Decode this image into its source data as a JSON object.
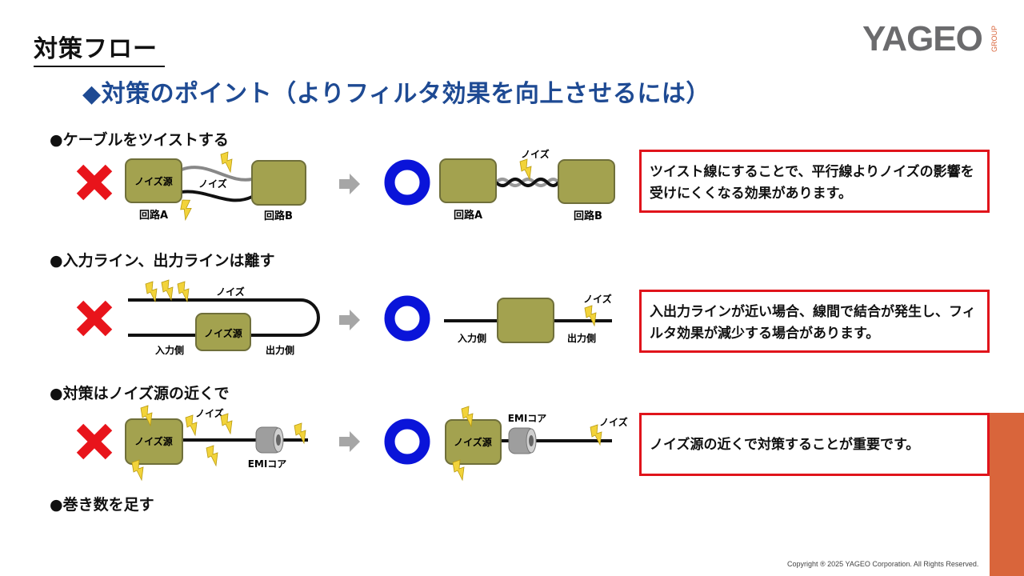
{
  "header": {
    "title": "対策フロー",
    "subtitle": "◆対策のポイント（よりフィルタ効果を向上させるには）",
    "logo_text": "YAGEO",
    "logo_group": "GROUP"
  },
  "sections": [
    {
      "heading": "●ケーブルをツイストする",
      "note": "ツイスト線にすることで、平行線よりノイズの影響を受けにくくなる効果があります。",
      "labels": {
        "noise_source": "ノイズ源",
        "noise": "ノイズ",
        "circuit_a": "回路A",
        "circuit_b": "回路B"
      }
    },
    {
      "heading": "●入力ライン、出力ラインは離す",
      "note": "入出力ラインが近い場合、線間で結合が発生し、フィルタ効果が減少する場合があります。",
      "labels": {
        "noise_source": "ノイズ源",
        "noise": "ノイズ",
        "input_side": "入力側",
        "output_side": "出力側"
      }
    },
    {
      "heading": "●対策はノイズ源の近くで",
      "note": "ノイズ源の近くで対策することが重要です。",
      "labels": {
        "noise_source": "ノイズ源",
        "noise": "ノイズ",
        "emi_core": "EMIコア"
      }
    },
    {
      "heading": "●巻き数を足す"
    }
  ],
  "colors": {
    "accent_blue": "#1e4a93",
    "ng_red": "#e0141b",
    "ok_blue": "#0a14d9",
    "box_olive": "#a3a24f",
    "brand_orange": "#d9653b",
    "bolt_yellow": "#f2d33a"
  },
  "footer": {
    "copyright": "Copyright ® 2025 YAGEO Corporation. All Rights Reserved."
  }
}
